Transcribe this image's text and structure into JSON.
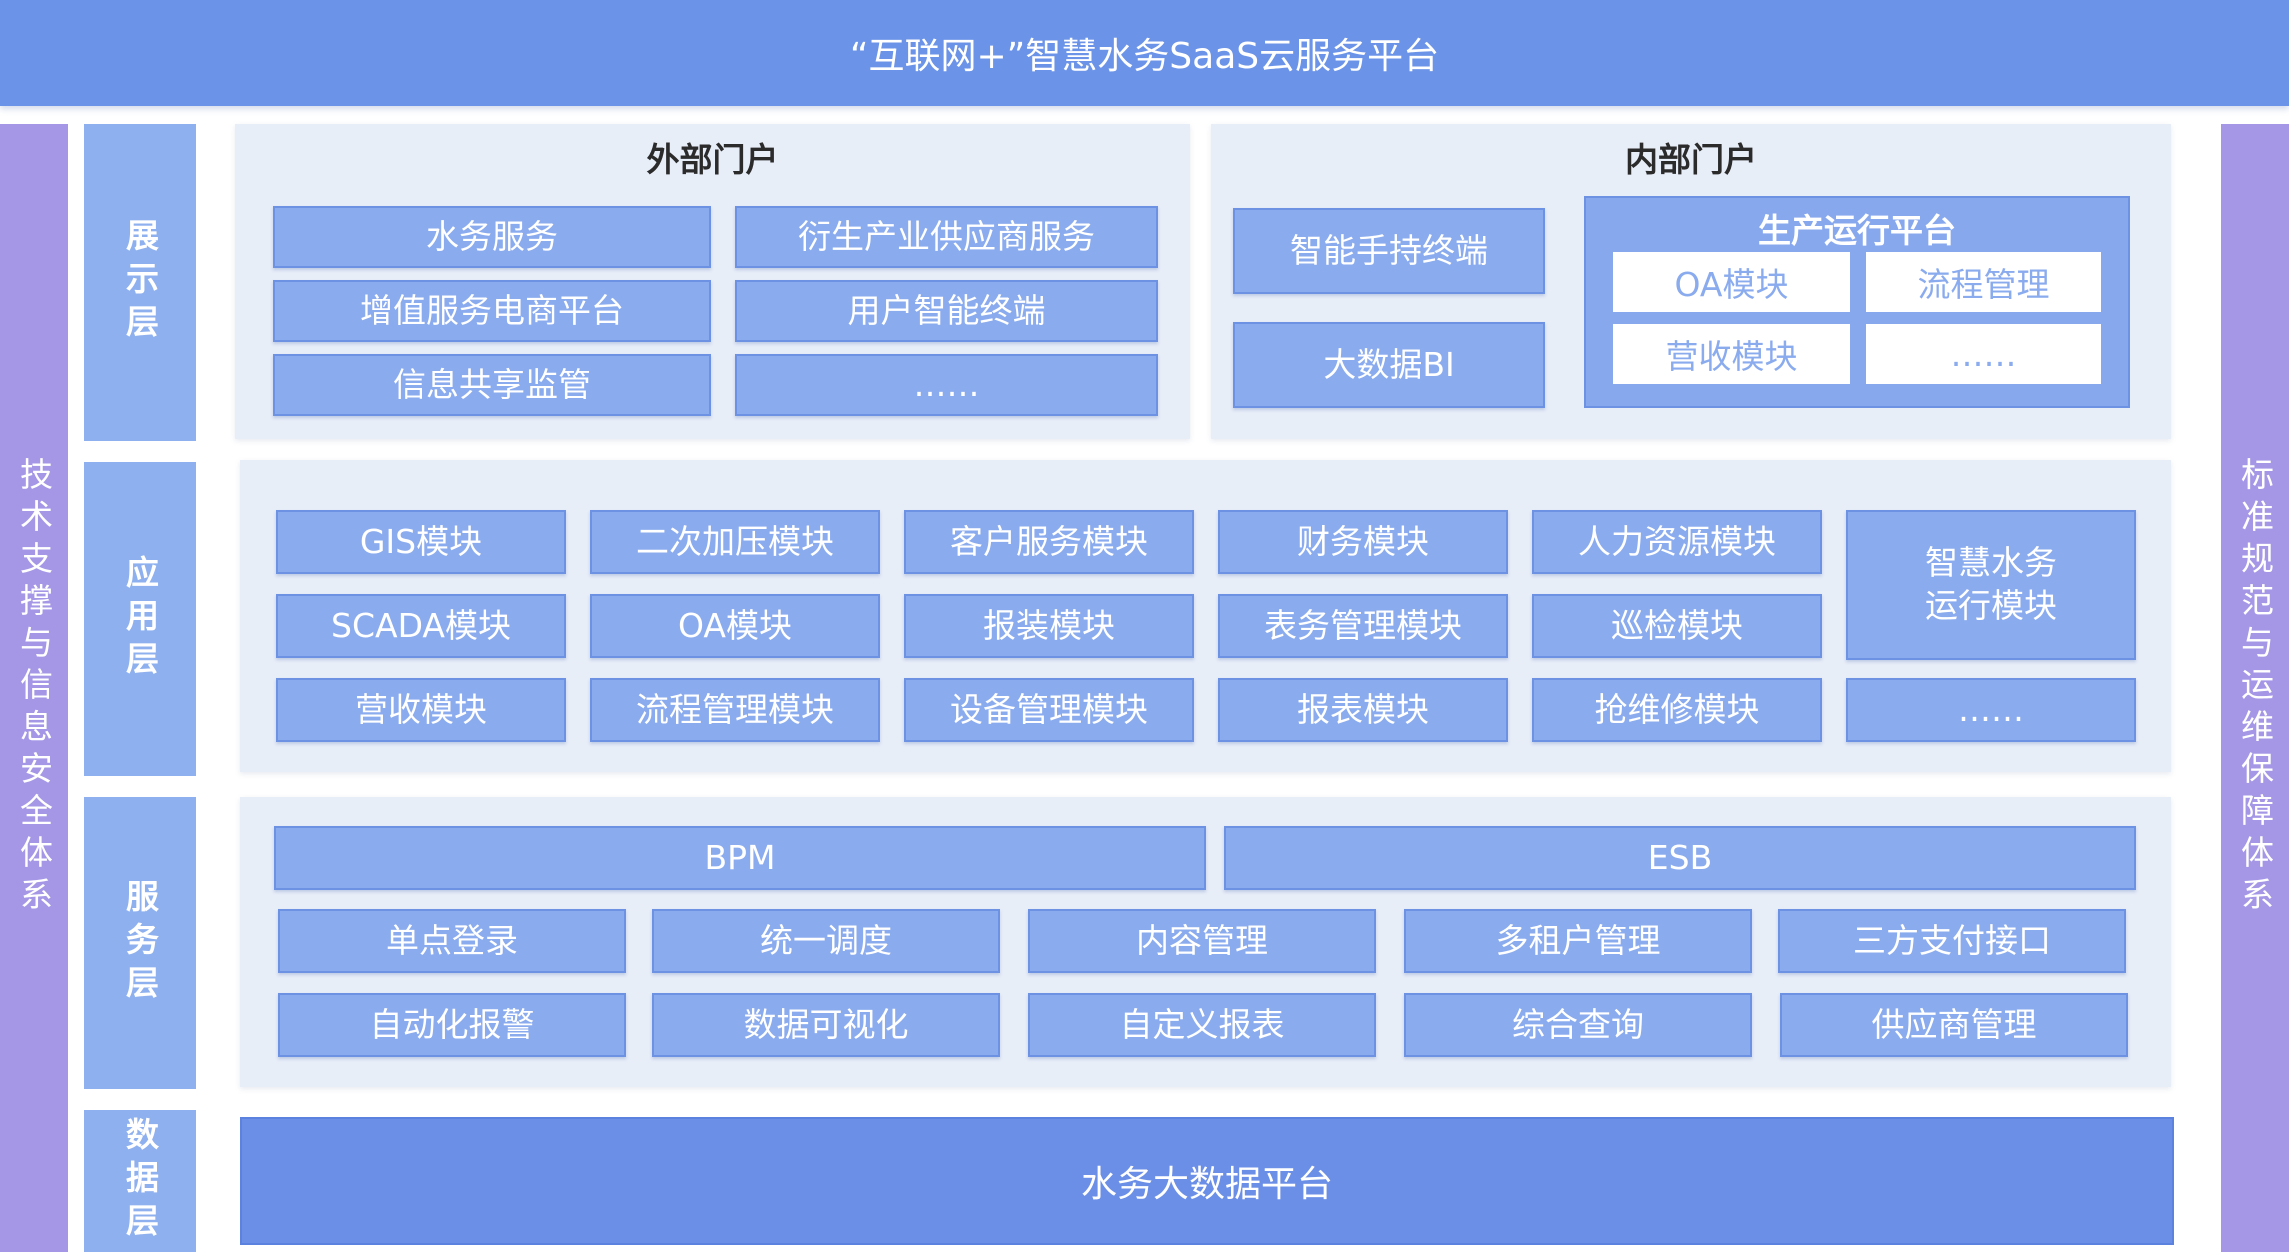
{
  "title": "“互联网+”智慧水务SaaS云服务平台",
  "left_side": "技术支撑与信息安全体系",
  "right_side": "标准规范与运维保障体系",
  "layers": {
    "display": "展示层",
    "application": "应用层",
    "service": "服务层",
    "data": "数据层"
  },
  "external_portal": {
    "title": "外部门户",
    "items": [
      "水务服务",
      "衍生产业供应商服务",
      "增值服务电商平台",
      "用户智能终端",
      "信息共享监管",
      "……"
    ]
  },
  "internal_portal": {
    "title": "内部门户",
    "items": [
      "智能手持终端",
      "大数据BI"
    ],
    "production": {
      "title": "生产运行平台",
      "items": [
        "OA模块",
        "流程管理",
        "营收模块",
        "……"
      ]
    }
  },
  "application_modules": [
    [
      "GIS模块",
      "二次加压模块",
      "客户服务模块",
      "财务模块",
      "人力资源模块"
    ],
    [
      "SCADA模块",
      "OA模块",
      "报装模块",
      "表务管理模块",
      "巡检模块"
    ],
    [
      "营收模块",
      "流程管理模块",
      "设备管理模块",
      "报表模块",
      "抢维修模块"
    ]
  ],
  "application_side": {
    "big": "智慧水务\n运行模块",
    "more": "……"
  },
  "service": {
    "bpm": "BPM",
    "esb": "ESB",
    "rows": [
      [
        "单点登录",
        "统一调度",
        "内容管理",
        "多租户管理",
        "三方支付接口"
      ],
      [
        "自动化报警",
        "数据可视化",
        "自定义报表",
        "综合查询",
        "供应商管理"
      ]
    ]
  },
  "data_platform": "水务大数据平台"
}
